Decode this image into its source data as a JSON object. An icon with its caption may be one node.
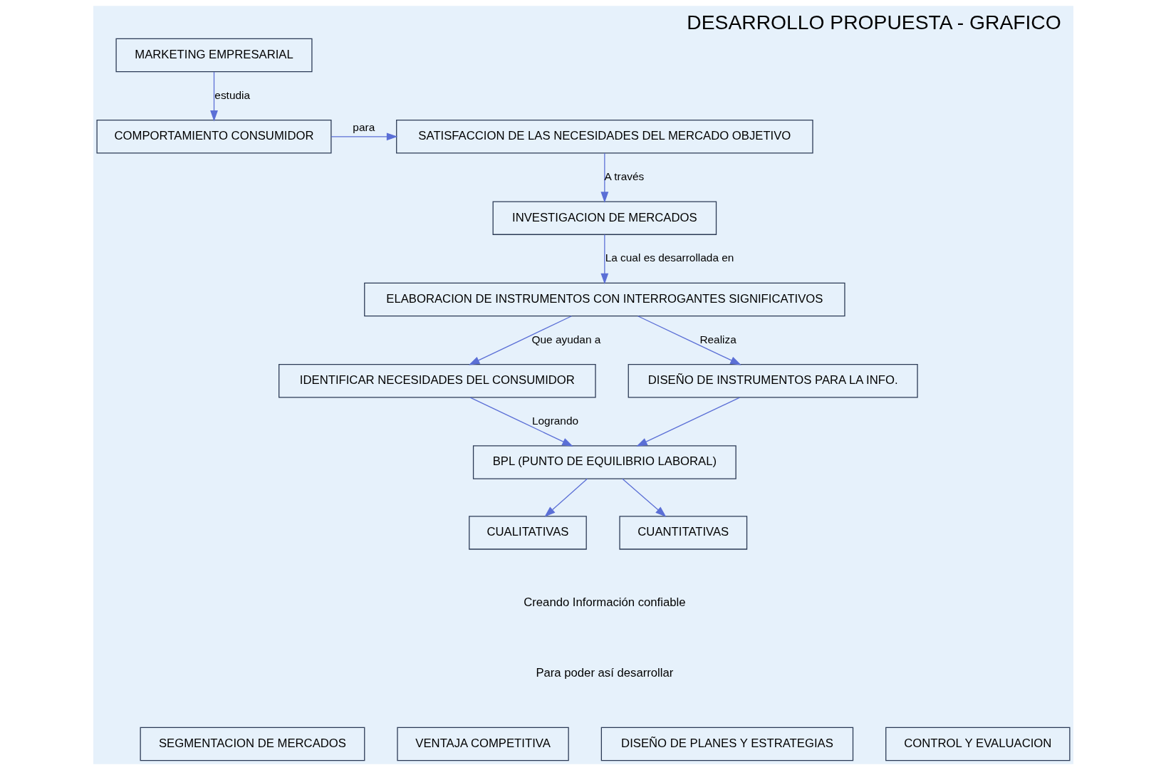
{
  "diagram": {
    "title": "DESARROLLO PROPUESTA - GRAFICO",
    "nodes": [
      {
        "text": [
          "MARKETING EMPRESARIAL"
        ]
      },
      {
        "text": [
          "COMPORTAMIENTO CONSUMIDOR"
        ]
      },
      {
        "text": [
          "SATISFACCION DE LAS NECESIDADES DEL MERCADO OBJETIVO"
        ]
      },
      {
        "text": [
          "INVESTIGACION DE MERCADOS"
        ]
      },
      {
        "text": [
          "ELABORACION DE INSTRUMENTOS CON INTERROGANTES SIGNIFICATIVOS"
        ]
      },
      {
        "text": [
          "IDENTIFICAR NECESIDADES DEL CONSUMIDOR"
        ]
      },
      {
        "text": [
          "DISEÑO DE INSTRUMENTOS PARA LA INFO."
        ]
      },
      {
        "text": [
          "BPL (PUNTO DE EQUILIBRIO LABORAL)"
        ]
      },
      {
        "text": [
          "CUALITATIVAS"
        ]
      },
      {
        "text": [
          "CUANTITATIVAS"
        ]
      },
      {
        "text": [
          "SEGMENTACION DE MERCADOS"
        ]
      },
      {
        "text": [
          "VENTAJA COMPETITIVA"
        ]
      },
      {
        "text": [
          "DISEÑO DE PLANES Y ESTRATEGIAS"
        ]
      },
      {
        "text": [
          "CONTROL Y EVALUACION"
        ]
      }
    ],
    "edges": [
      {
        "from": 0,
        "to": 1,
        "arrow": "to",
        "label": "estudia"
      },
      {
        "from": 1,
        "to": 2,
        "arrow": "to",
        "label": "para"
      },
      {
        "from": 2,
        "to": 3,
        "arrow": "to",
        "label": "A través"
      },
      {
        "from": 3,
        "to": 4,
        "arrow": "to",
        "label": "La cual es desarrollada en"
      },
      {
        "from": 4,
        "to": 5,
        "arrow": "to",
        "label": "Que ayudan a"
      },
      {
        "from": 4,
        "to": 6,
        "arrow": "to",
        "label": "Realiza"
      },
      {
        "from": 5,
        "to": 7,
        "arrow": "to",
        "label": "Logrando"
      },
      {
        "from": 6,
        "to": 7,
        "arrow": "to"
      },
      {
        "from": 7,
        "to": 8,
        "arrow": "to"
      },
      {
        "from": 7,
        "to": 9,
        "arrow": "to"
      }
    ],
    "labels": [
      "Creando Información confiable",
      "Para poder así desarrollar"
    ]
  }
}
